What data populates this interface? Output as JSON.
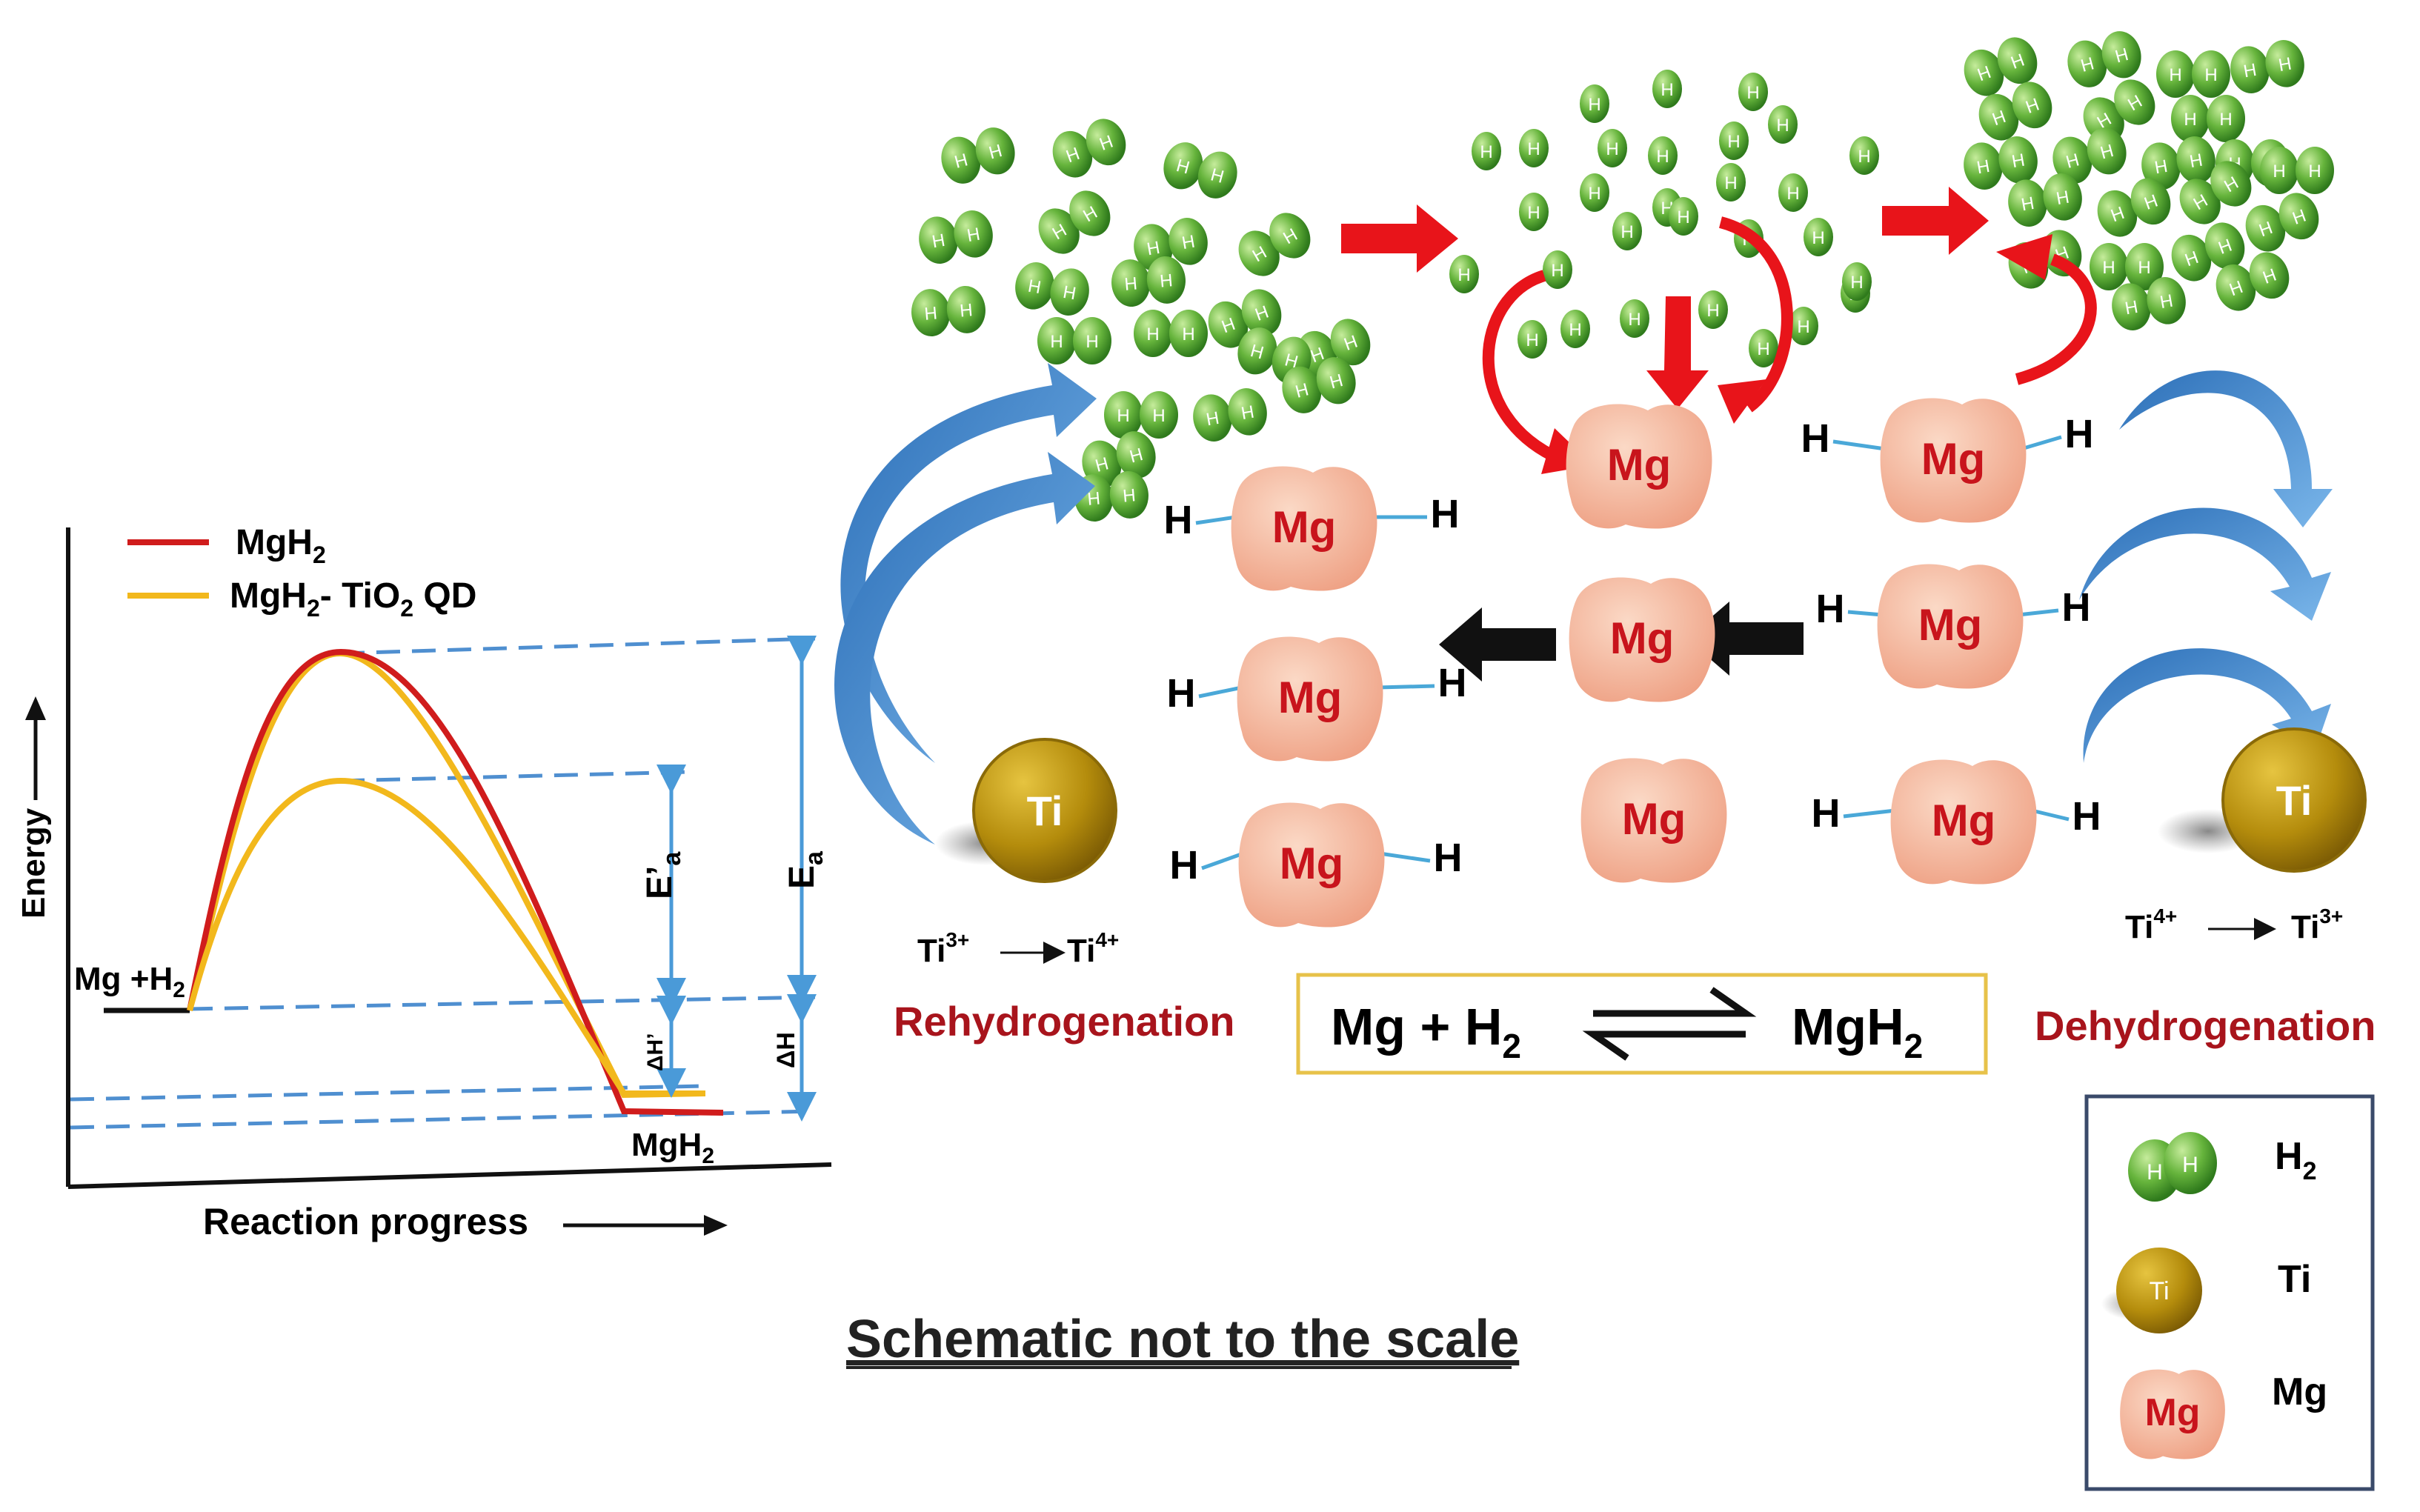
{
  "energy_diagram": {
    "y_axis_label": "Energy",
    "x_axis_label": "Reaction progress",
    "legend": [
      {
        "label_main": "MgH",
        "label_sub": "2",
        "label_rest": "",
        "color": "#d01c1c"
      },
      {
        "label_main": "MgH",
        "label_sub": "2",
        "label_rest": "- TiO",
        "label_sub2": "2",
        "label_tail": " QD",
        "color": "#f2b81c"
      }
    ],
    "reactant_label_main": "Mg +H",
    "reactant_label_sub": "2",
    "product_label_main": "MgH",
    "product_label_sub": "2",
    "ea_label": "E",
    "ea_sub": "a",
    "ea_prime_label": "E’",
    "ea_prime_sub": "a",
    "dh_label": "ΔH",
    "dh_prime_label": "ΔH’"
  },
  "mechanism": {
    "mg_label": "Mg",
    "h_label": "H",
    "ti_label": "Ti",
    "rehydrogenation_label": "Rehydrogenation",
    "dehydrogenation_label": "Dehydrogenation",
    "ti_left_from": "Ti",
    "ti_left_from_sup": "3+",
    "ti_left_to": "Ti",
    "ti_left_to_sup": "4+",
    "ti_right_from": "Ti",
    "ti_right_from_sup": "4+",
    "ti_right_to": "Ti",
    "ti_right_to_sup": "3+",
    "equation": {
      "left": "Mg  +  H",
      "left_sub": "2",
      "right": "MgH",
      "right_sub": "2"
    }
  },
  "footer_note": "Schematic not to the scale",
  "key": {
    "items": [
      {
        "label": "H",
        "label_sub": "2",
        "icon": "h2-molecule-icon"
      },
      {
        "label": "Ti",
        "icon": "ti-sphere-icon",
        "icon_text": "Ti"
      },
      {
        "label": "Mg",
        "icon": "mg-particle-icon",
        "icon_text": "Mg"
      }
    ]
  },
  "colors": {
    "mgh2_curve": "#d01c1c",
    "tio2_curve": "#f2b81c",
    "dashed_guides": "#4f8fd0",
    "h_atom": "#5caf35",
    "mg_particle": "#f6c2a8",
    "mg_text": "#c8141c",
    "ti_sphere": "#b8900c",
    "red_arrow": "#e8141a",
    "blue_arrow": "#4a8fd4",
    "label_red": "#a8141c"
  }
}
